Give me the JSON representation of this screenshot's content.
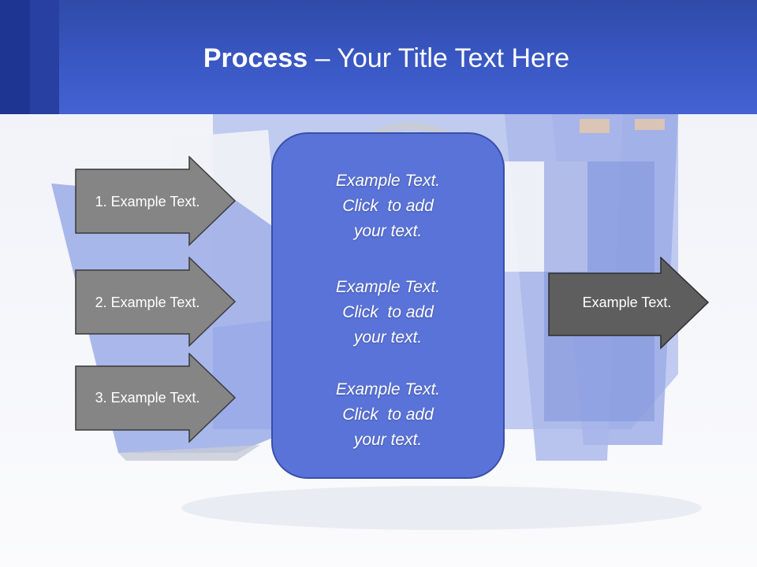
{
  "slide": {
    "title_bold": "Process",
    "title_rest": " – Your Title Text Here"
  },
  "inputs": [
    {
      "label": "1. Example Text."
    },
    {
      "label": "2. Example Text."
    },
    {
      "label": "3. Example Text."
    }
  ],
  "center": {
    "blocks": [
      {
        "line1": "Example Text.",
        "line2": "Click  to add",
        "line3": "your text."
      },
      {
        "line1": "Example Text.",
        "line2": "Click  to add",
        "line3": "your text."
      },
      {
        "line1": "Example Text.",
        "line2": "Click  to add",
        "line3": "your text."
      }
    ]
  },
  "output": {
    "label": "Example Text."
  },
  "colors": {
    "header": "#3a58c4",
    "input_arrow": "#858585",
    "output_arrow": "#5e5e5e",
    "center_box": "#5a73d8"
  }
}
